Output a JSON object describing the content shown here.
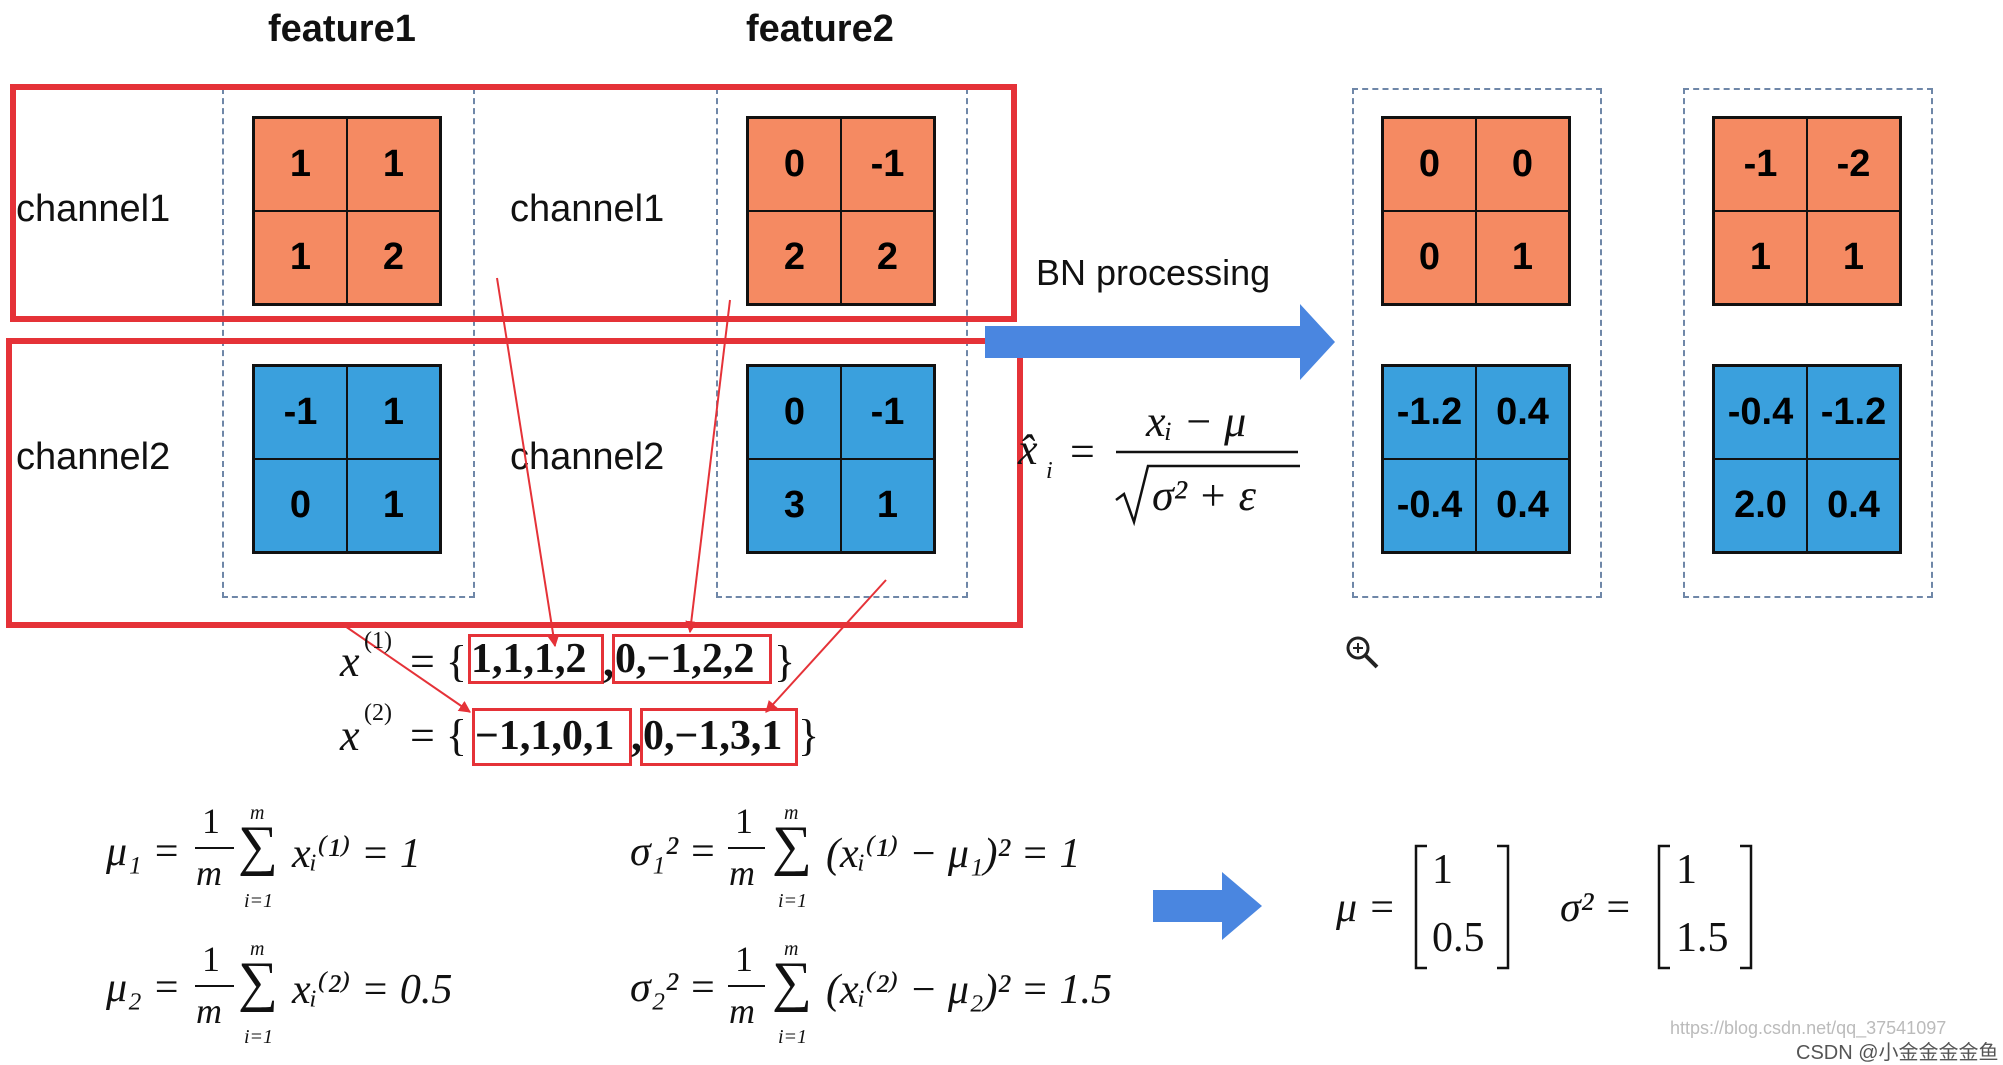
{
  "headers": {
    "feature1": "feature1",
    "feature2": "feature2"
  },
  "labels": {
    "f1_ch1": "channel1",
    "f1_ch2": "channel2",
    "f2_ch1": "channel1",
    "f2_ch2": "channel2"
  },
  "grids": {
    "f1_ch1": [
      "1",
      "1",
      "1",
      "2"
    ],
    "f1_ch2": [
      "-1",
      "1",
      "0",
      "1"
    ],
    "f2_ch1": [
      "0",
      "-1",
      "2",
      "2"
    ],
    "f2_ch2": [
      "0",
      "-1",
      "3",
      "1"
    ],
    "out1_ch1": [
      "0",
      "0",
      "0",
      "1"
    ],
    "out1_ch2": [
      "-1.2",
      "0.4",
      "-0.4",
      "0.4"
    ],
    "out2_ch1": [
      "-1",
      "-2",
      "1",
      "1"
    ],
    "out2_ch2": [
      "-0.4",
      "-1.2",
      "2.0",
      "0.4"
    ]
  },
  "bn_label": "BN processing",
  "formula": {
    "xhat": "x̂",
    "sub_i": "i",
    "numerator": "xᵢ − μ",
    "denominator": "σ² + ε",
    "equals": "="
  },
  "sets": {
    "x1_lhs": "x",
    "x1_sup": "(1)",
    "x1_eq": "= {",
    "x1_a": "1,1,1,2",
    "x1_b": "0,−1,2,2",
    "x2_lhs": "x",
    "x2_sup": "(2)",
    "x2_eq": "= {",
    "x2_a": "−1,1,0,1",
    "x2_b": "0,−1,3,1",
    "close": "}",
    "comma": ","
  },
  "stats": {
    "mu1_lhs": "μ₁ =",
    "mu1_rhs": "xᵢ⁽¹⁾ = 1",
    "mu2_lhs": "μ₂ =",
    "mu2_rhs": "xᵢ⁽²⁾ = 0.5",
    "var1_lhs": "σ₁² =",
    "var1_rhs": "(xᵢ⁽¹⁾ − μ₁)² = 1",
    "var2_lhs": "σ₂² =",
    "var2_rhs": "(xᵢ⁽²⁾ − μ₂)² = 1.5",
    "frac_num": "1",
    "frac_den": "m",
    "sum_sym": "∑",
    "sum_top": "m",
    "sum_bot": "i=1"
  },
  "result": {
    "mu_lhs": "μ =",
    "mu_vals": [
      "1",
      "0.5"
    ],
    "var_lhs": "σ² =",
    "var_vals": [
      "1",
      "1.5"
    ]
  },
  "zoom_icon": "zoom-in-icon",
  "watermark_url": "https://blog.csdn.net/qq_37541097",
  "watermark": "CSDN @小金金金金鱼",
  "colors": {
    "orange": "#f58a62",
    "blue": "#3aa0dd",
    "red": "#e53238",
    "arrow": "#4a86e0"
  }
}
